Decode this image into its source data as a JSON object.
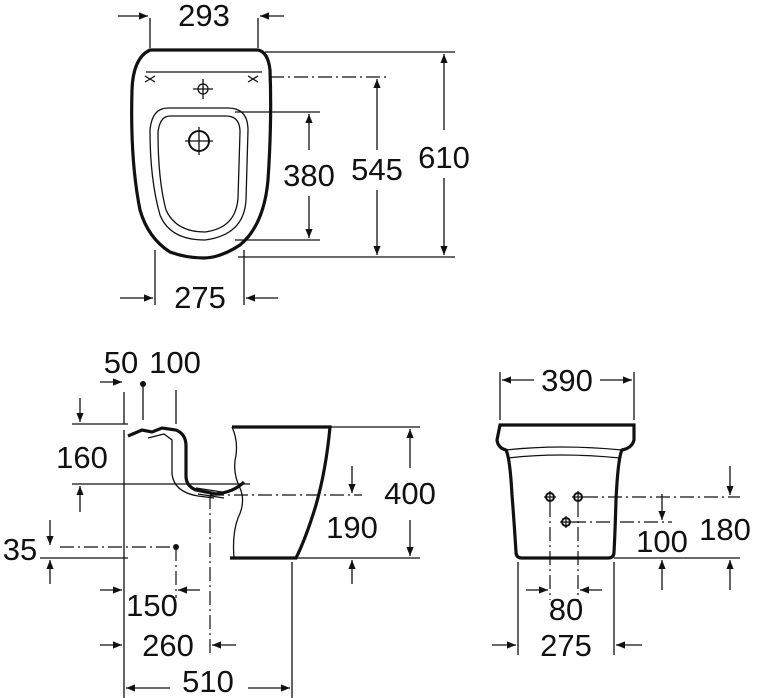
{
  "top_view": {
    "width_top": "293",
    "width_bottom": "275",
    "dim_380": "380",
    "dim_545": "545",
    "dim_610": "610"
  },
  "side_view": {
    "dim_50": "50",
    "dim_100": "100",
    "dim_160": "160",
    "dim_35": "35",
    "dim_400": "400",
    "dim_190": "190",
    "dim_150": "150",
    "dim_260": "260",
    "dim_510": "510"
  },
  "rear_view": {
    "dim_390": "390",
    "dim_180": "180",
    "dim_100": "100",
    "dim_80": "80",
    "dim_275": "275"
  }
}
